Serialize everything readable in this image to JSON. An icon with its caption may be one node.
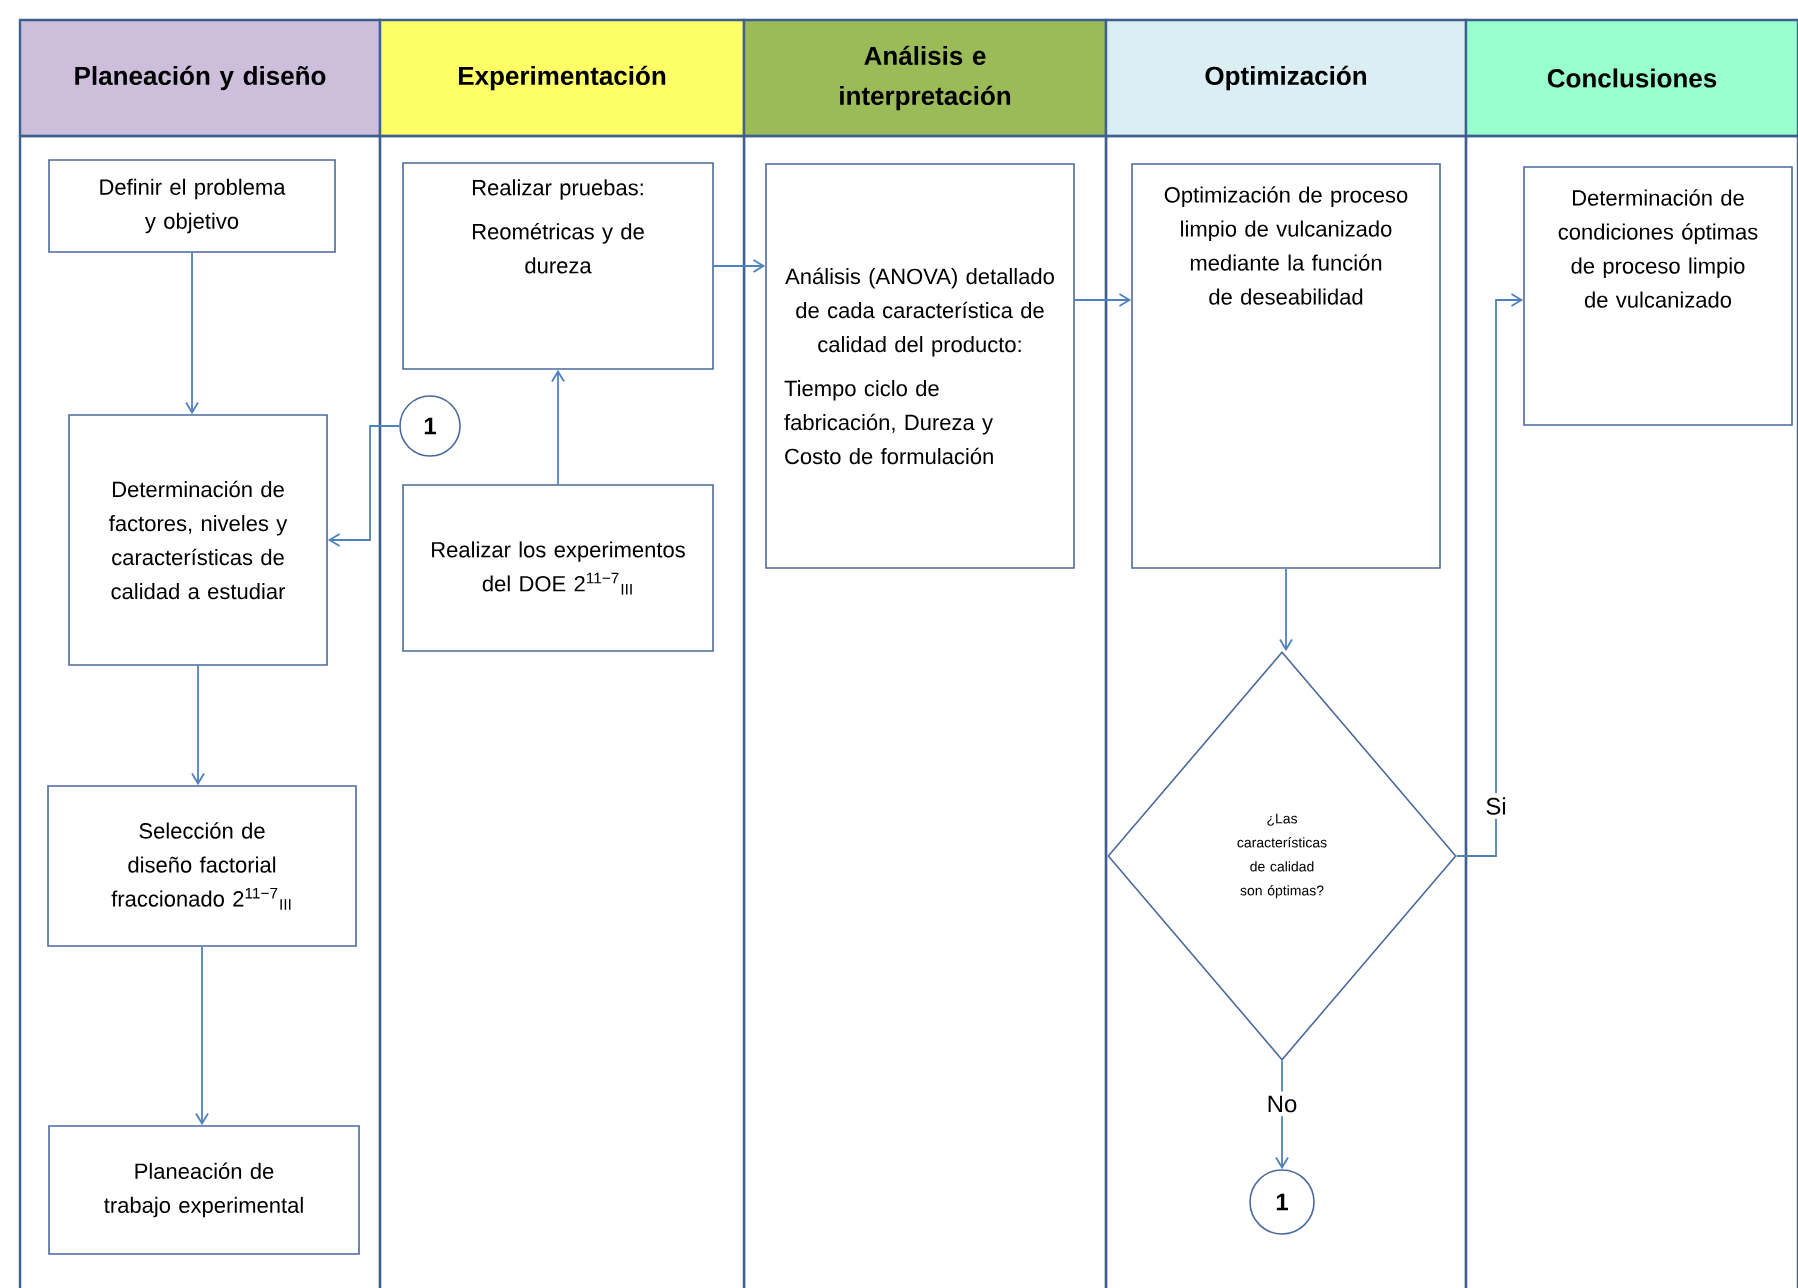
{
  "diagram": {
    "nodes": [
      {
        "text": [
          "Planeación y diseño"
        ]
      },
      {
        "text": [
          "Experimentación"
        ]
      },
      {
        "text": [
          "Análisis e interpretación"
        ]
      },
      {
        "text": [
          "Optimización"
        ]
      },
      {
        "text": [
          "Conclusiones"
        ]
      },
      {
        "text": [
          "Definir el problema y objetivo"
        ],
        "in": 0
      },
      {
        "text": [
          "Determinación de factores, niveles y características de calidad a estudiar"
        ],
        "in": 0
      },
      {
        "text": [
          "Selección de diseño factorial fraccionado 2$^{11−7}$$_{III}$"
        ],
        "in": 0
      },
      {
        "text": [
          "Planeación de trabajo experimental"
        ],
        "in": 0
      },
      {
        "text": [
          "Realizar pruebas:",
          "Reométricas y de dureza"
        ],
        "in": 1
      },
      {
        "text": [
          "1"
        ],
        "in": 1
      },
      {
        "text": [
          "Realizar los experimentos del DOE 2$^{11−7}$$_{III}$"
        ],
        "in": 1
      },
      {
        "text": [
          "Análisis (ANOVA) detallado de cada característica de calidad del producto:",
          "Tiempo ciclo de fabricación, Dureza y Costo de formulación"
        ],
        "in": 2
      },
      {
        "text": [
          "Optimización de proceso limpio de vulcanizado mediante la función de deseabilidad"
        ],
        "in": 3
      },
      {
        "text": [
          "¿Las características de calidad son óptimas?"
        ],
        "in": 3
      },
      {
        "text": [
          "1"
        ],
        "in": 3
      },
      {
        "text": [
          "Determinación de condiciones óptimas de proceso limpio de vulcanizado"
        ],
        "in": 4
      }
    ],
    "edges": [
      {
        "from": 5,
        "to": 6,
        "arrow": "to"
      },
      {
        "from": 6,
        "to": 7,
        "arrow": "to"
      },
      {
        "from": 7,
        "to": 8,
        "arrow": "to"
      },
      {
        "from": 10,
        "to": 6,
        "arrow": "to"
      },
      {
        "from": 11,
        "to": 9,
        "arrow": "to"
      },
      {
        "from": 9,
        "to": 12,
        "arrow": "to"
      },
      {
        "from": 12,
        "to": 13,
        "arrow": "to"
      },
      {
        "from": 13,
        "to": 14,
        "arrow": "to"
      },
      {
        "from": 14,
        "to": 15,
        "arrow": "to",
        "label": "No"
      },
      {
        "from": 14,
        "to": 16,
        "arrow": "to",
        "label": "Si"
      }
    ]
  }
}
